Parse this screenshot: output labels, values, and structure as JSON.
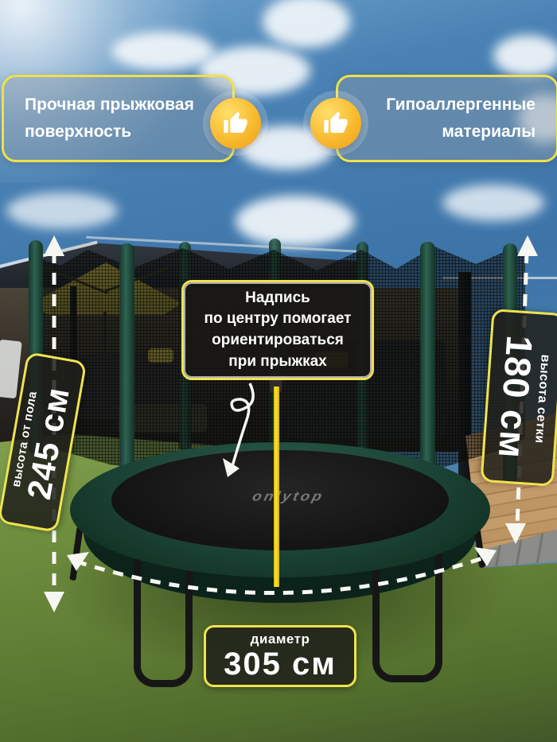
{
  "features": {
    "left": {
      "line1": "Прочная прыжковая",
      "line2": "поверхность",
      "icon": "thumbs-up-icon"
    },
    "right": {
      "line1": "Гипоаллергенные",
      "line2": "материалы",
      "icon": "thumbs-up-icon"
    }
  },
  "center_note": {
    "line1": "Надпись",
    "line2": "по центру помогает",
    "line3": "ориентироваться",
    "line4": "при прыжках"
  },
  "measurements": {
    "floor_height": {
      "label": "высота от пола",
      "value": "245 см"
    },
    "net_height": {
      "label": "высота сетки",
      "value": "180 см"
    },
    "diameter": {
      "label": "диаметр",
      "value": "305 см"
    }
  },
  "brand": {
    "mat_logo": "onlytop"
  },
  "colors": {
    "accent_border": "#efe049",
    "badge_yellow": "#f7b62a",
    "pad_green": "#1d4739",
    "grass_green": "#6d8a41",
    "sky_blue": "#4a82b4",
    "center_line_yellow": "#ffd800"
  }
}
